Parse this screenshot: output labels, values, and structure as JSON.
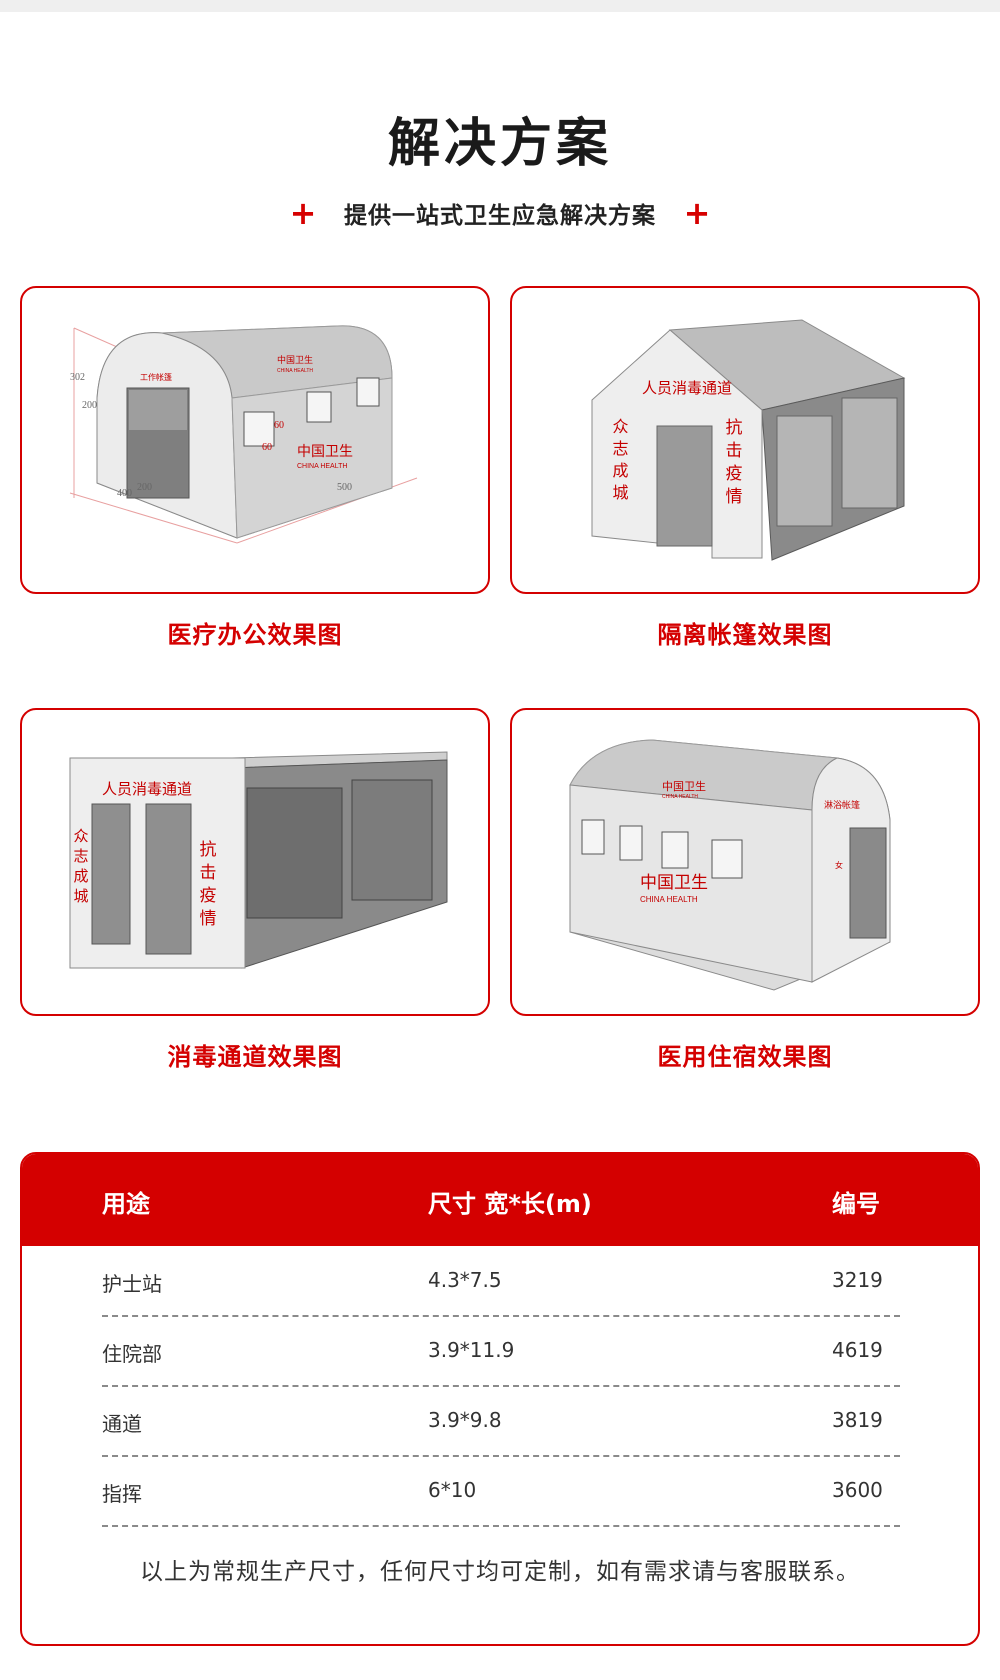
{
  "header": {
    "title": "解决方案",
    "subtitle": "提供一站式卫生应急解决方案",
    "plus_glyph": "+"
  },
  "cards": [
    {
      "caption": "医疗办公效果图",
      "sign": "工作帐篷",
      "logo_cn": "中国卫生",
      "logo_en": "CHINA HEALTH",
      "dimensions": [
        "302",
        "200",
        "400",
        "200",
        "500",
        "60",
        "60"
      ]
    },
    {
      "caption": "隔离帐篷效果图",
      "banner": "人员消毒通道",
      "left_text": "众志成城",
      "right_text": "抗击疫情"
    },
    {
      "caption": "消毒通道效果图",
      "banner": "人员消毒通道",
      "left_text": "众志成城",
      "right_text": "抗击疫情"
    },
    {
      "caption": "医用住宿效果图",
      "sign": "淋浴帐篷",
      "logo_cn": "中国卫生",
      "logo_en": "CHINA HEALTH",
      "door_mark": "女"
    }
  ],
  "table": {
    "headers": [
      "用途",
      "尺寸  宽*长(m)",
      "编号"
    ],
    "rows": [
      [
        "护士站",
        "4.3*7.5",
        "3219"
      ],
      [
        "住院部",
        "3.9*11.9",
        "4619"
      ],
      [
        "通道",
        "3.9*9.8",
        "3819"
      ],
      [
        "指挥",
        "6*10",
        "3600"
      ]
    ],
    "note": "以上为常规生产尺寸，任何尺寸均可定制，如有需求请与客服联系。"
  },
  "colors": {
    "accent": "#d40000",
    "tent_light": "#ebebeb",
    "tent_mid": "#cfcfcf",
    "tent_dark": "#7a7a7a"
  }
}
